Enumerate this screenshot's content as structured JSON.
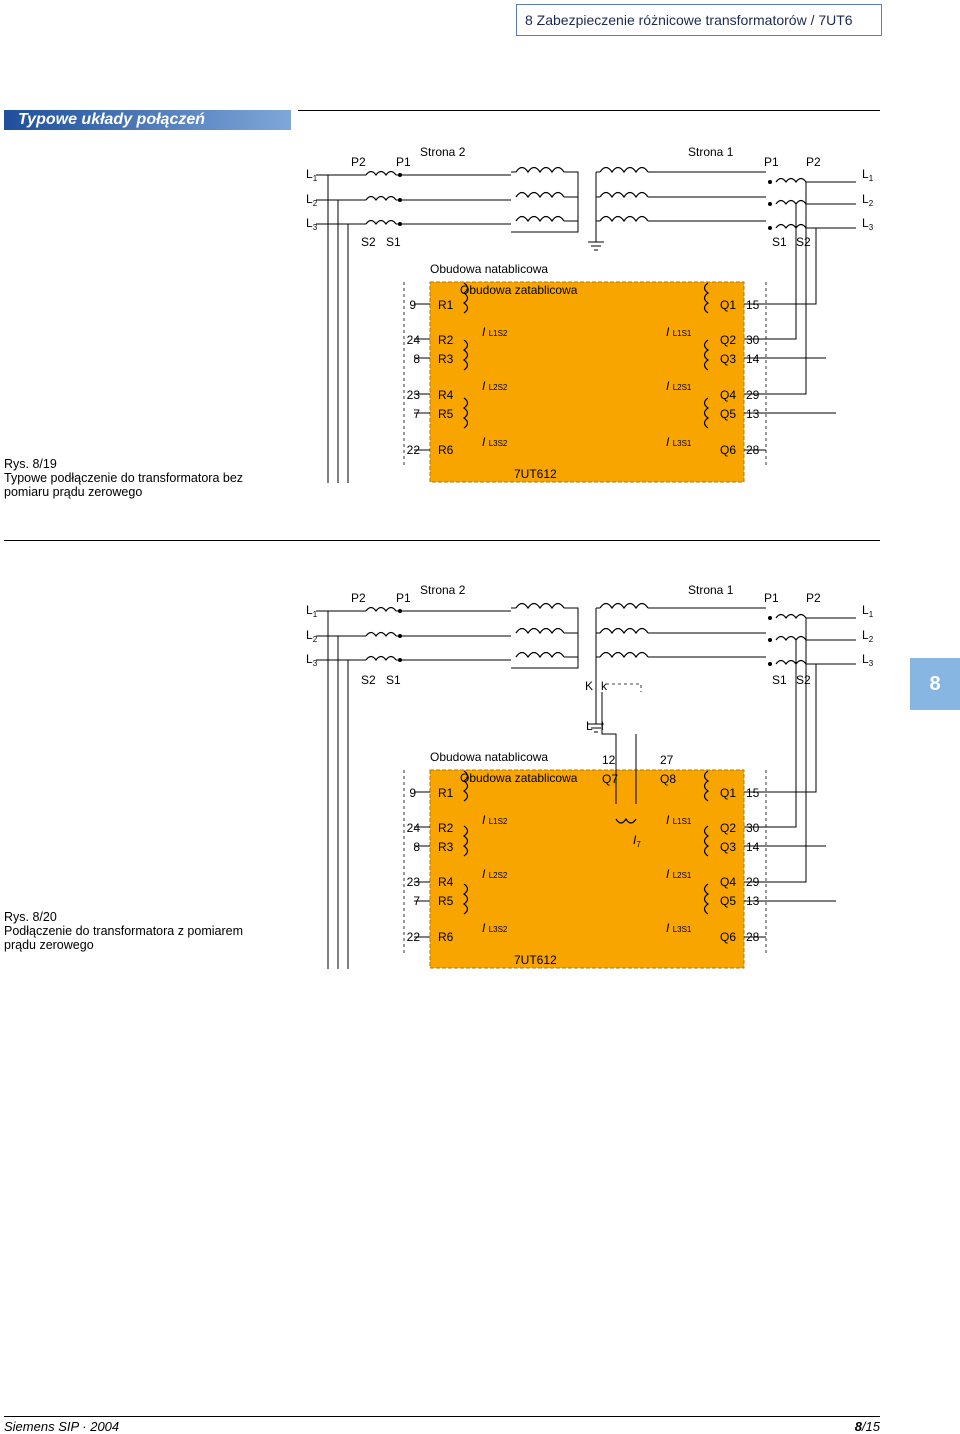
{
  "header": {
    "title": "8 Zabezpieczenie różnicowe transformatorów / 7UT6"
  },
  "section": {
    "title": "Typowe układy połączeń"
  },
  "side_tab": "8",
  "labels": {
    "L1": "L",
    "L2": "L",
    "L3": "L",
    "sub1": "1",
    "sub2": "2",
    "sub3": "3",
    "P1": "P1",
    "P2": "P2",
    "S1": "S1",
    "S2": "S2",
    "side1": "Strona 1",
    "side2": "Strona 2",
    "flush": "Obudowa natablicowa",
    "surface": "Obudowa zatablicowa",
    "device": "7UT612",
    "K": "K",
    "k": "k",
    "Lbig": "L",
    "lsmall": "l",
    "I": "I",
    "I7sub": "7",
    "IL1S2": "L1S2",
    "IL2S2": "L2S2",
    "IL3S2": "L3S2",
    "IL1S1": "L1S1",
    "IL2S1": "L2S1",
    "IL3S1": "L3S1"
  },
  "fig1": {
    "left_terminals": [
      {
        "num": "9",
        "name": "R1"
      },
      {
        "num": "24",
        "name": "R2"
      },
      {
        "num": "8",
        "name": "R3"
      },
      {
        "num": "23",
        "name": "R4"
      },
      {
        "num": "7",
        "name": "R5"
      },
      {
        "num": "22",
        "name": "R6"
      }
    ],
    "right_terminals": [
      {
        "num": "15",
        "name": "Q1"
      },
      {
        "num": "30",
        "name": "Q2"
      },
      {
        "num": "14",
        "name": "Q3"
      },
      {
        "num": "29",
        "name": "Q4"
      },
      {
        "num": "13",
        "name": "Q5"
      },
      {
        "num": "28",
        "name": "Q6"
      }
    ],
    "caption_num": "Rys. 8/19",
    "caption_text": "Typowe podłączenie do transformatora bez pomiaru prądu zerowego"
  },
  "fig2": {
    "left_terminals": [
      {
        "num": "9",
        "name": "R1"
      },
      {
        "num": "24",
        "name": "R2"
      },
      {
        "num": "8",
        "name": "R3"
      },
      {
        "num": "23",
        "name": "R4"
      },
      {
        "num": "7",
        "name": "R5"
      },
      {
        "num": "22",
        "name": "R6"
      }
    ],
    "right_terminals": [
      {
        "num": "15",
        "name": "Q1"
      },
      {
        "num": "30",
        "name": "Q2"
      },
      {
        "num": "14",
        "name": "Q3"
      },
      {
        "num": "29",
        "name": "Q4"
      },
      {
        "num": "13",
        "name": "Q5"
      },
      {
        "num": "28",
        "name": "Q6"
      }
    ],
    "extra": {
      "n12": "12",
      "n27": "27",
      "Q7": "Q7",
      "Q8": "Q8"
    },
    "caption_num": "Rys. 8/20",
    "caption_text": "Podłączenie do transformatora z pomiarem prądu zerowego"
  },
  "footer": {
    "left": "Siemens SIP · 2004",
    "page": "8",
    "total": "/15"
  }
}
